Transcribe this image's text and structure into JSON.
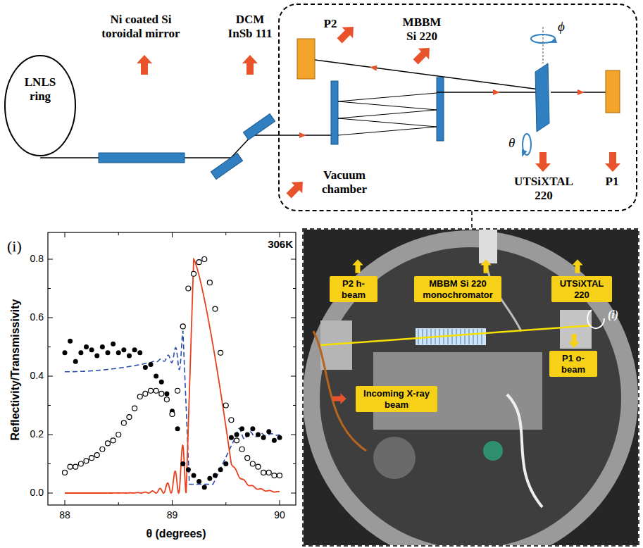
{
  "diagram": {
    "nodes": [
      {
        "text": [
          "LNLS ring"
        ]
      },
      {
        "text": [
          "Vacuum chamber"
        ]
      },
      {
        "text": [
          "P2 h-beam"
        ]
      },
      {
        "text": [
          "MBBM Si 220 monochromator"
        ]
      },
      {
        "text": [
          "UTSiXTAL 220"
        ]
      },
      {
        "text": [
          "P1 o-beam"
        ]
      },
      {
        "text": [
          "Incoming X-ray beam"
        ]
      }
    ],
    "labels": [
      "Ni coated Si toroidal mirror",
      "DCM InSb 111",
      "P2",
      "MBBM Si 220",
      "ϕ",
      "θ",
      "UTSiXTAL 220",
      "P1",
      "(i)",
      "306K",
      "Reflectivity/Transmissivity",
      "θ (degrees)",
      "0.0",
      "0.2",
      "0.4",
      "0.6",
      "0.8",
      "88",
      "89",
      "90",
      "(i)"
    ]
  }
}
